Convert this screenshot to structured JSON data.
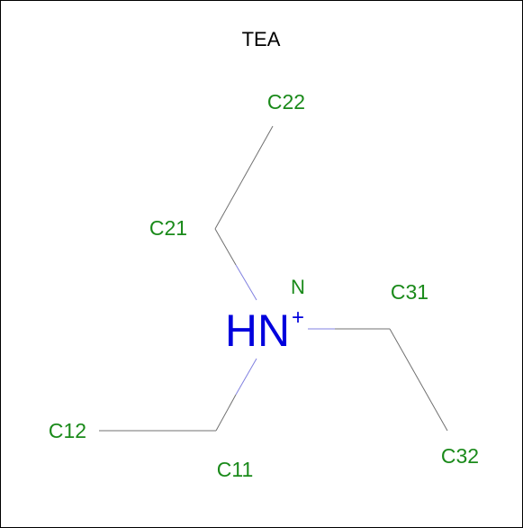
{
  "title": "TEA",
  "colors": {
    "carbon_label": "#1a8a1a",
    "nitrogen": "#0000dd",
    "carbon_bond": "#707070",
    "nitrogen_bond": "#8080e0",
    "title": "#000000",
    "border": "#000000"
  },
  "nitrogen": {
    "name": "N",
    "symbol": "HN",
    "charge": "+"
  },
  "carbons": {
    "c11": "C11",
    "c12": "C12",
    "c21": "C21",
    "c22": "C22",
    "c31": "C31",
    "c32": "C32"
  }
}
